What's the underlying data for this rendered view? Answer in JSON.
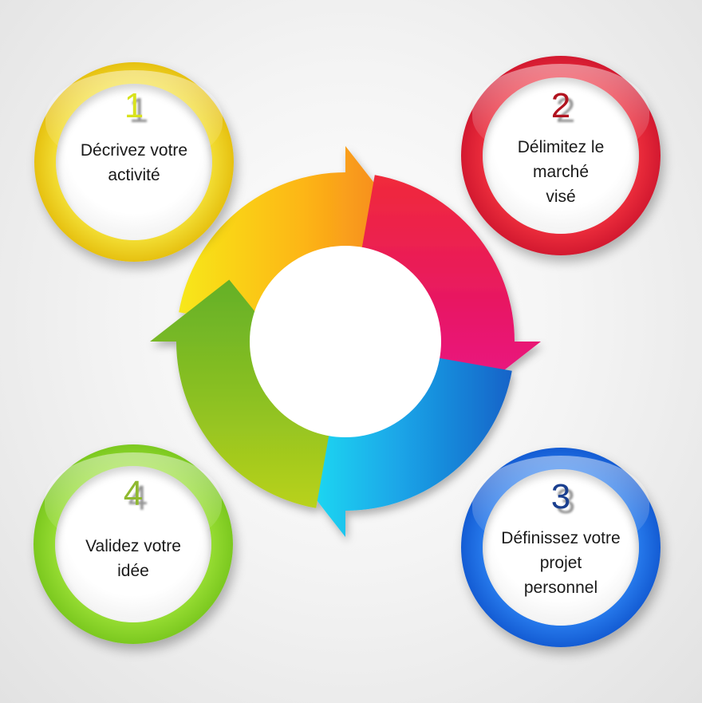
{
  "steps": [
    {
      "number": "1",
      "label_lines": [
        "Décrivez votre",
        "activité"
      ],
      "color": "#f2c70e"
    },
    {
      "number": "2",
      "label_lines": [
        "Délimitez le",
        "marché",
        "visé"
      ],
      "color": "#e8182a"
    },
    {
      "number": "3",
      "label_lines": [
        "Définissez votre",
        "projet",
        "personnel"
      ],
      "color": "#1257d8"
    },
    {
      "number": "4",
      "label_lines": [
        "Validez votre",
        "idée"
      ],
      "color": "#8ccf22"
    }
  ],
  "arrow_colors": {
    "top": [
      "#f7e81a",
      "#fdb517",
      "#f47f1f"
    ],
    "right": [
      "#f02a3a",
      "#e81862",
      "#ea1a8a"
    ],
    "bottom": [
      "#1fe8f5",
      "#1aa6e8",
      "#1763c8"
    ],
    "left": [
      "#b9d21c",
      "#8ac022",
      "#64b028"
    ]
  }
}
